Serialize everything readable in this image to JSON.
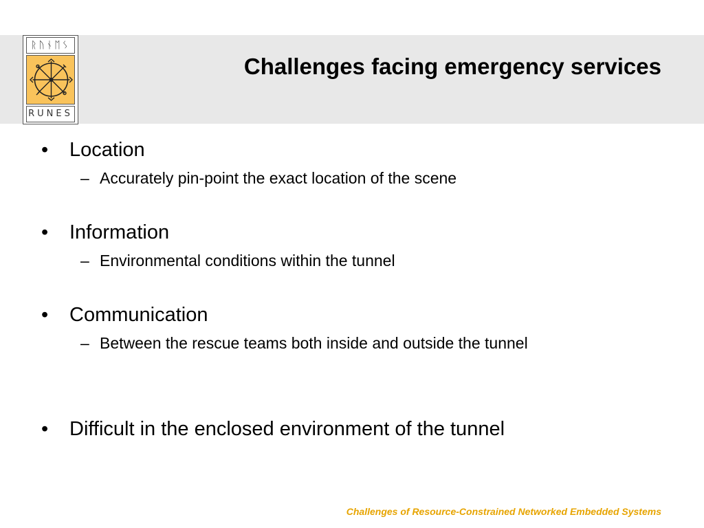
{
  "header": {
    "title": "Challenges facing emergency services",
    "logo": {
      "runes_text": "ᚱᚢᚾᛖᛊ",
      "word": "RUNES",
      "emblem_color": "#f9c35b"
    }
  },
  "bullets": [
    {
      "label": "Location",
      "sub": "Accurately pin-point the exact location of the scene"
    },
    {
      "label": "Information",
      "sub": "Environmental conditions within the tunnel"
    },
    {
      "label": "Communication",
      "sub": "Between the rescue teams both inside and outside the tunnel"
    },
    {
      "label": "Difficult in the enclosed environment of the tunnel"
    }
  ],
  "symbols": {
    "bullet": "•",
    "dash": "–"
  },
  "footer": {
    "text": "Challenges of Resource-Constrained Networked Embedded Systems",
    "color": "#e7a400"
  }
}
